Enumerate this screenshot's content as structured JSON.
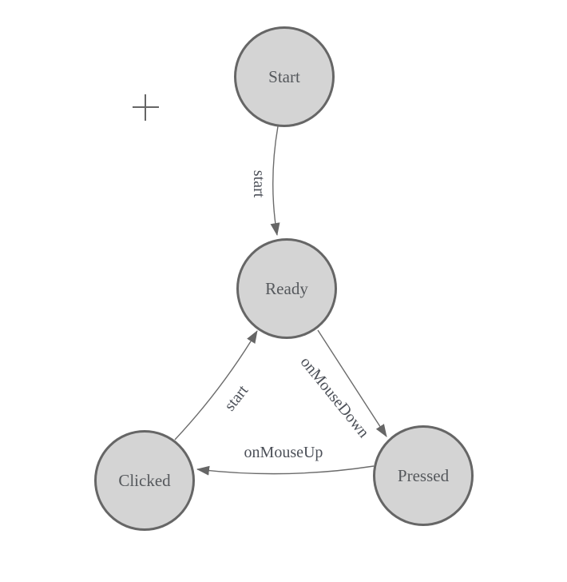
{
  "diagram": {
    "background_color": "#ffffff",
    "colors": {
      "node_fill": "#d4d4d4",
      "node_stroke": "#666666",
      "edge_color": "#6b6b6b",
      "arrowhead_color": "#666666",
      "node_label_color": "#55585c",
      "edge_label_color": "#4c5058"
    },
    "nodes": [
      {
        "id": "start",
        "label": "Start"
      },
      {
        "id": "ready",
        "label": "Ready"
      },
      {
        "id": "clicked",
        "label": "Clicked"
      },
      {
        "id": "pressed",
        "label": "Pressed"
      }
    ],
    "edges": [
      {
        "id": "start-to-ready",
        "from": "Start",
        "to": "Ready",
        "label": "start"
      },
      {
        "id": "ready-to-pressed",
        "from": "Ready",
        "to": "Pressed",
        "label": "onMouseDown"
      },
      {
        "id": "pressed-to-clicked",
        "from": "Pressed",
        "to": "Clicked",
        "label": "onMouseUp"
      },
      {
        "id": "clicked-to-ready",
        "from": "Clicked",
        "to": "Ready",
        "label": "start"
      }
    ],
    "crosshair": {
      "icon": "plus-crosshair"
    }
  }
}
